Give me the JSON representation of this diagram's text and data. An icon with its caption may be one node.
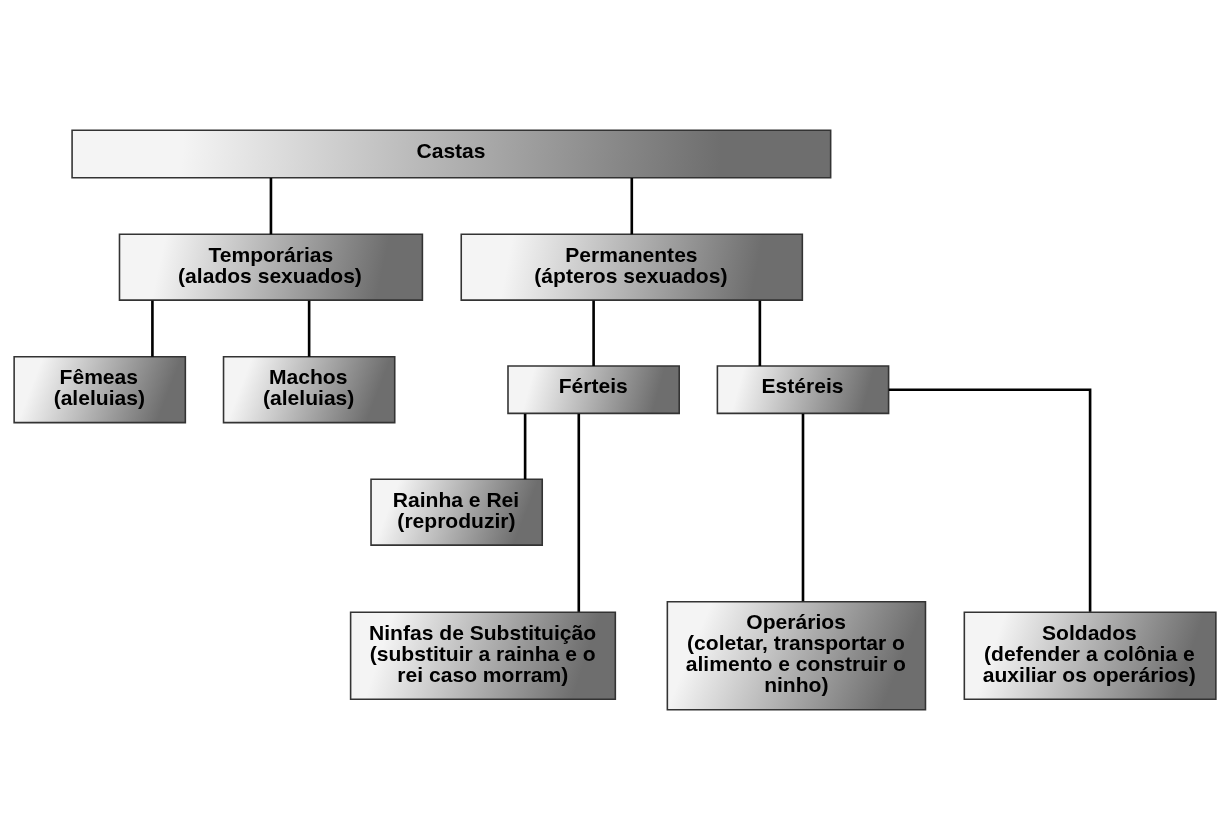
{
  "diagram": {
    "nodes": [
      {
        "text": [
          "Castas"
        ]
      },
      {
        "text": [
          "Temporárias",
          "(alados sexuados)"
        ]
      },
      {
        "text": [
          "Permanentes",
          "(ápteros sexuados)"
        ]
      },
      {
        "text": [
          "Fêmeas",
          "(aleluias)"
        ]
      },
      {
        "text": [
          "Machos",
          "(aleluias)"
        ]
      },
      {
        "text": [
          "Férteis"
        ]
      },
      {
        "text": [
          "Estéreis"
        ]
      },
      {
        "text": [
          "Rainha e Rei",
          "(reproduzir)"
        ]
      },
      {
        "text": [
          "Ninfas de Substituição",
          "(substituir a rainha e o rei caso morram)"
        ]
      },
      {
        "text": [
          "Operários",
          "(coletar, transportar o alimento e construir o ninho)"
        ]
      },
      {
        "text": [
          "Soldados",
          "(defender a colônia e auxiliar os operários)"
        ]
      }
    ],
    "edges": [
      {
        "from": 0,
        "to": 1,
        "arrow": "none"
      },
      {
        "from": 0,
        "to": 2,
        "arrow": "none"
      },
      {
        "from": 1,
        "to": 3,
        "arrow": "none"
      },
      {
        "from": 1,
        "to": 4,
        "arrow": "none"
      },
      {
        "from": 2,
        "to": 5,
        "arrow": "none"
      },
      {
        "from": 2,
        "to": 6,
        "arrow": "none"
      },
      {
        "from": 5,
        "to": 7,
        "arrow": "none"
      },
      {
        "from": 5,
        "to": 8,
        "arrow": "none"
      },
      {
        "from": 6,
        "to": 9,
        "arrow": "none"
      },
      {
        "from": 6,
        "to": 10,
        "arrow": "none"
      }
    ]
  }
}
